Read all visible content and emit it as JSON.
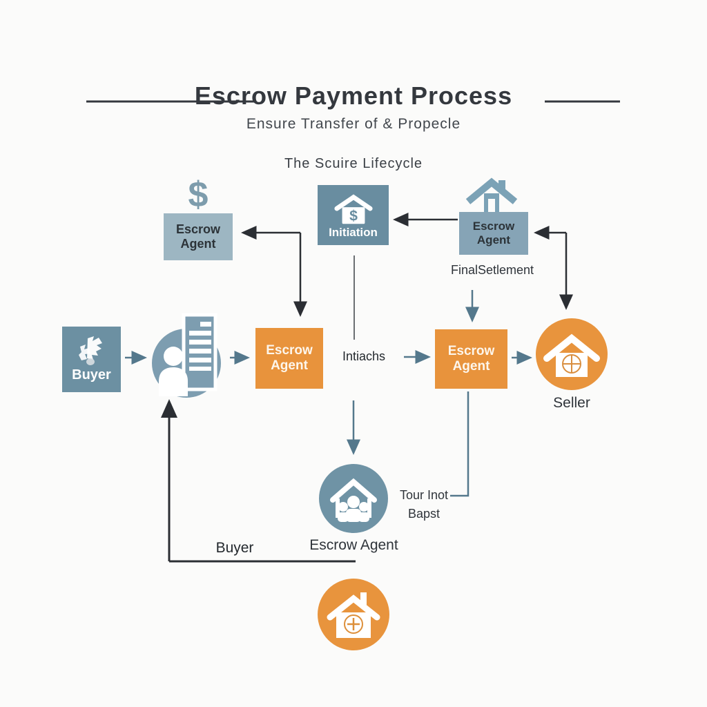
{
  "title": {
    "text": "Escrow Payment Process",
    "subtitle": "Ensure Transfer of & Propecle",
    "caption": "The Scuire Lifecycle"
  },
  "symbols": {
    "dollar": "$"
  },
  "nodes": {
    "buyer": {
      "label": "Buyer",
      "icon": "puzzle-icon"
    },
    "escrow_left": {
      "label": "Escrow Agent",
      "icon": "dollar-sign-icon"
    },
    "initiation": {
      "label": "Initiation",
      "icon": "house-dollar-icon"
    },
    "escrow_right": {
      "label": "Escrow Agent",
      "icon": "house-door-icon"
    },
    "final_settlement": {
      "label": "FinalSetlement"
    },
    "person_document": {
      "icon": "person-document-icon"
    },
    "escrow_orange_left": {
      "label": "Escrow Agent"
    },
    "intiachs": {
      "label": "Intiachs"
    },
    "escrow_orange_right": {
      "label": "Escrow Agent"
    },
    "seller": {
      "label": "Seller",
      "icon": "house-window-icon"
    },
    "escrow_bottom": {
      "label": "Escrow Agent",
      "icon": "house-people-icon"
    },
    "tour": {
      "line1": "Tour Inot",
      "line2": "Bapst"
    },
    "buyer_bottom": {
      "label": "Buyer"
    },
    "house_bottom": {
      "icon": "house-plus-icon"
    }
  },
  "colors": {
    "steel": "#6f93a5",
    "steel_dark": "#698da0",
    "steel_light": "#9db6c2",
    "steel_mid": "#86a4b6",
    "orange": "#e8933c",
    "text_dark": "#2f343a",
    "arrow_dark": "#2b2e33",
    "arrow_steel": "#54788c",
    "background": "#fbfbfa"
  }
}
